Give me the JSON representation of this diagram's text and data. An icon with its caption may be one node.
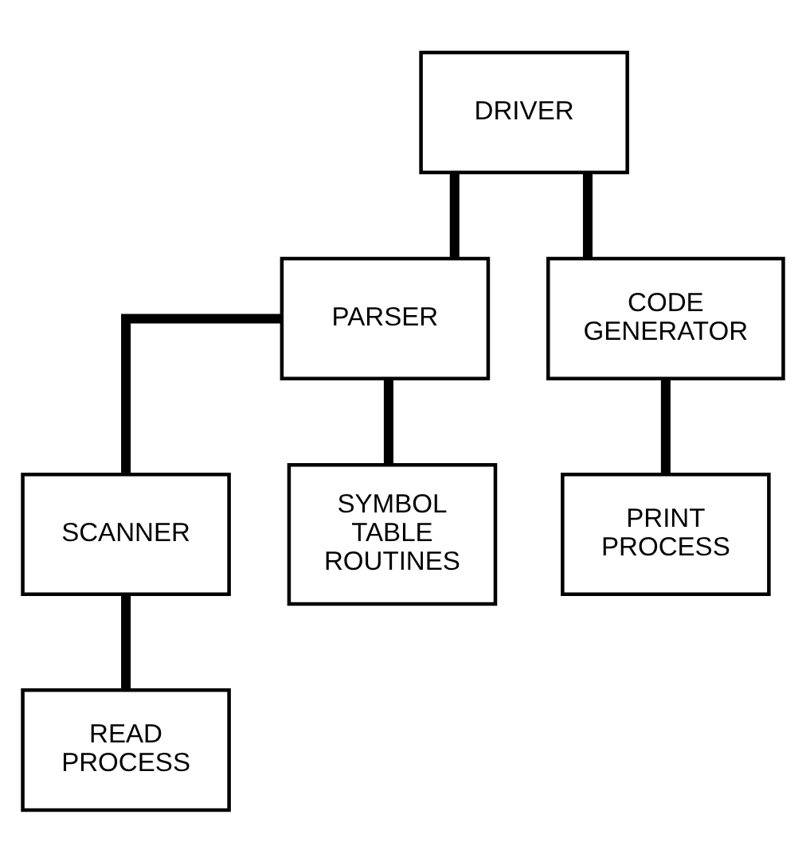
{
  "diagram": {
    "nodes": [
      {
        "text": [
          "DRIVER"
        ]
      },
      {
        "text": [
          "PARSER"
        ]
      },
      {
        "text": [
          "CODE GENERATOR"
        ]
      },
      {
        "text": [
          "SCANNER"
        ]
      },
      {
        "text": [
          "SYMBOL TABLE ROUTINES"
        ]
      },
      {
        "text": [
          "PRINT PROCESS"
        ]
      },
      {
        "text": [
          "READ PROCESS"
        ]
      }
    ],
    "edges": [
      {
        "from": 0,
        "to": 1,
        "arrow": "none"
      },
      {
        "from": 0,
        "to": 2,
        "arrow": "none"
      },
      {
        "from": 1,
        "to": 3,
        "arrow": "none"
      },
      {
        "from": 1,
        "to": 4,
        "arrow": "none"
      },
      {
        "from": 2,
        "to": 5,
        "arrow": "none"
      },
      {
        "from": 3,
        "to": 6,
        "arrow": "none"
      }
    ]
  }
}
